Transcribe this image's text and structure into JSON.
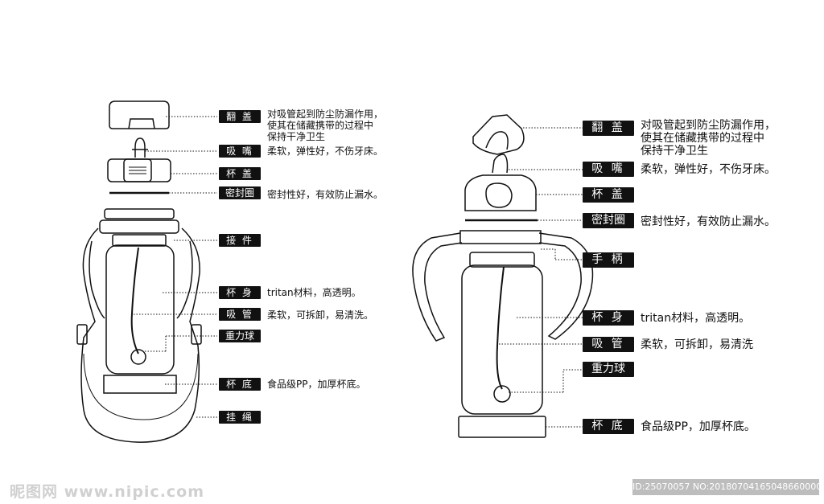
{
  "left": {
    "parts": [
      {
        "label": "翻 盖",
        "desc": "对吸管起到防尘防漏作用，\n使其在储藏携带的过程中\n保持干净卫生"
      },
      {
        "label": "吸 嘴",
        "desc": "柔软，弹性好，不伤牙床。"
      },
      {
        "label": "杯 盖",
        "desc": ""
      },
      {
        "label": "密封圈",
        "desc": "密封性好，有效防止漏水。"
      },
      {
        "label": "接 件",
        "desc": ""
      },
      {
        "label": "杯 身",
        "desc": "tritan材料，高透明。"
      },
      {
        "label": "吸 管",
        "desc": "柔软，可拆卸，易清洗。"
      },
      {
        "label": "重力球",
        "desc": ""
      },
      {
        "label": "杯 底",
        "desc": "食品级PP，加厚杯底。"
      },
      {
        "label": "挂 绳",
        "desc": ""
      }
    ]
  },
  "right": {
    "parts": [
      {
        "label": "翻 盖",
        "desc": "对吸管起到防尘防漏作用，\n使其在储藏携带的过程中\n保持干净卫生"
      },
      {
        "label": "吸 嘴",
        "desc": "柔软，弹性好，不伤牙床。"
      },
      {
        "label": "杯 盖",
        "desc": ""
      },
      {
        "label": "密封圈",
        "desc": "密封性好，有效防止漏水。"
      },
      {
        "label": "手 柄",
        "desc": ""
      },
      {
        "label": "杯 身",
        "desc": "tritan材料，高透明。"
      },
      {
        "label": "吸 管",
        "desc": "柔软，可拆卸，易清洗"
      },
      {
        "label": "重力球",
        "desc": ""
      },
      {
        "label": "杯 底",
        "desc": "食品级PP，加厚杯底。"
      }
    ]
  },
  "watermark": {
    "left": "昵图网 www.nipic.com",
    "right": "ID:25070057 NO:20180704165048660000"
  }
}
